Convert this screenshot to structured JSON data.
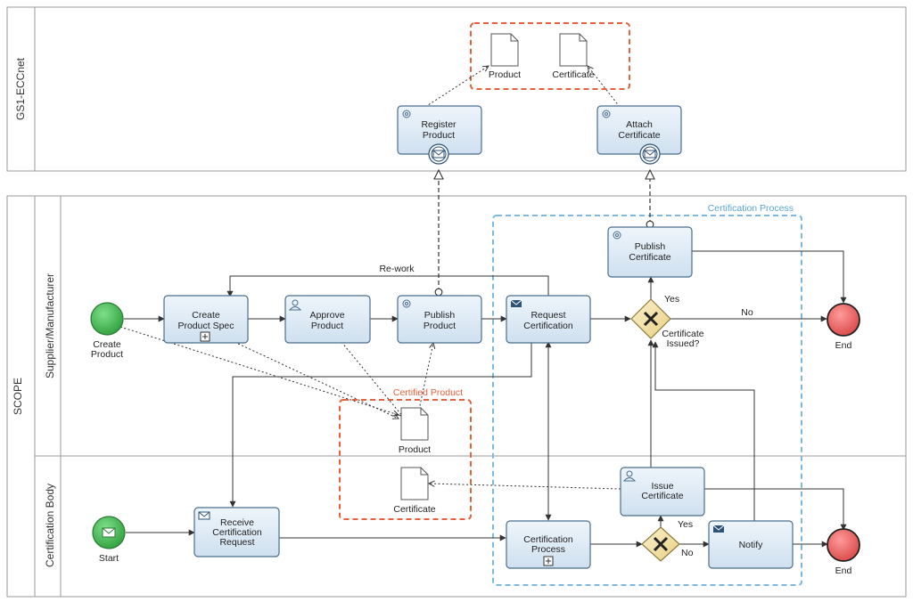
{
  "pools": {
    "gs1": {
      "label": "GS1-ECCnet"
    },
    "scope": {
      "label": "SCOPE"
    }
  },
  "lanes": {
    "supplier": {
      "label": "Supplier/Manufacturer"
    },
    "certbody": {
      "label": "Certification Body"
    }
  },
  "groups": {
    "certification_process": {
      "label": "Certification Process",
      "color": "#7db8e0"
    },
    "certified_product": {
      "label": "Certified Product",
      "color": "#e8603c"
    },
    "gs1_group": {
      "color": "#e8603c"
    }
  },
  "events": {
    "create_product": {
      "label": "Create Product",
      "type": "start-event",
      "color": "#3cb54a"
    },
    "start": {
      "label": "Start",
      "type": "message-start-event",
      "color": "#3cb54a"
    },
    "end_supplier": {
      "label": "End",
      "type": "end-event",
      "color": "#e05a5a"
    },
    "end_cert": {
      "label": "End",
      "type": "end-event",
      "color": "#e05a5a"
    }
  },
  "tasks": {
    "create_spec": {
      "line1": "Create",
      "line2": "Product Spec",
      "icon": "subprocess-plus-icon"
    },
    "approve": {
      "line1": "Approve",
      "line2": "Product",
      "icon": "user-icon"
    },
    "publish_product": {
      "line1": "Publish",
      "line2": "Product",
      "icon": "gear-icon"
    },
    "request_cert": {
      "line1": "Request",
      "line2": "Certification",
      "icon": "envelope-icon"
    },
    "publish_cert": {
      "line1": "Publish",
      "line2": "Certificate",
      "icon": "gear-icon"
    },
    "register_product": {
      "line1": "Register",
      "line2": "Product",
      "icon": "gear-icon"
    },
    "attach_cert": {
      "line1": "Attach",
      "line2": "Certificate",
      "icon": "gear-icon"
    },
    "receive_request": {
      "line1": "Receive",
      "line2": "Certification",
      "line3": "Request",
      "icon": "envelope-icon"
    },
    "cert_process": {
      "line1": "Certification",
      "line2": "Process",
      "icon": "subprocess-plus-icon"
    },
    "issue_cert": {
      "line1": "Issue",
      "line2": "Certificate",
      "icon": "user-icon"
    },
    "notify": {
      "line1": "Notify",
      "icon": "envelope-icon"
    }
  },
  "gateways": {
    "cert_issued": {
      "line1": "Certificate",
      "line2": "Issued?"
    },
    "cert_decision": {}
  },
  "documents": {
    "product_gs1": {
      "label": "Product"
    },
    "certificate_gs1": {
      "label": "Certificate"
    },
    "product_mid": {
      "label": "Product"
    },
    "certificate_mid": {
      "label": "Certificate"
    }
  },
  "flow_labels": {
    "rework": "Re-work",
    "yes_top": "Yes",
    "no_top": "No",
    "yes_bottom": "Yes",
    "no_bottom": "No"
  },
  "colors": {
    "task_fill": "#dce9f5",
    "task_stroke": "#4a6d8c",
    "lane_stroke": "#9a9a9a",
    "gateway_fill": "#f3e2a8"
  }
}
